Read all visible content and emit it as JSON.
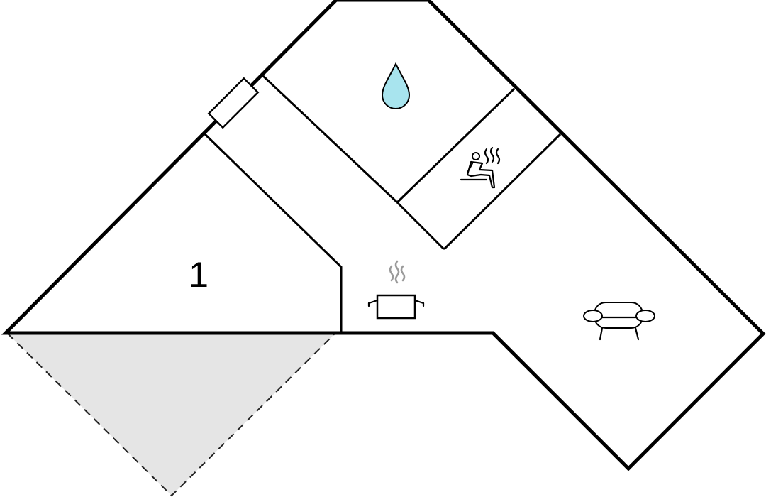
{
  "plan": {
    "rooms": [
      {
        "label": "1"
      }
    ],
    "icons": [
      {
        "name": "water-drop-icon",
        "meaning": "bathroom"
      },
      {
        "name": "sauna-icon",
        "meaning": "sauna"
      },
      {
        "name": "cooking-pot-icon",
        "meaning": "kitchen"
      },
      {
        "name": "sofa-icon",
        "meaning": "living room"
      }
    ],
    "colors": {
      "walls": "#000000",
      "terrace": "#e5e5e5",
      "water": "#a8e4ee",
      "steam": "#9a9a9a"
    }
  }
}
